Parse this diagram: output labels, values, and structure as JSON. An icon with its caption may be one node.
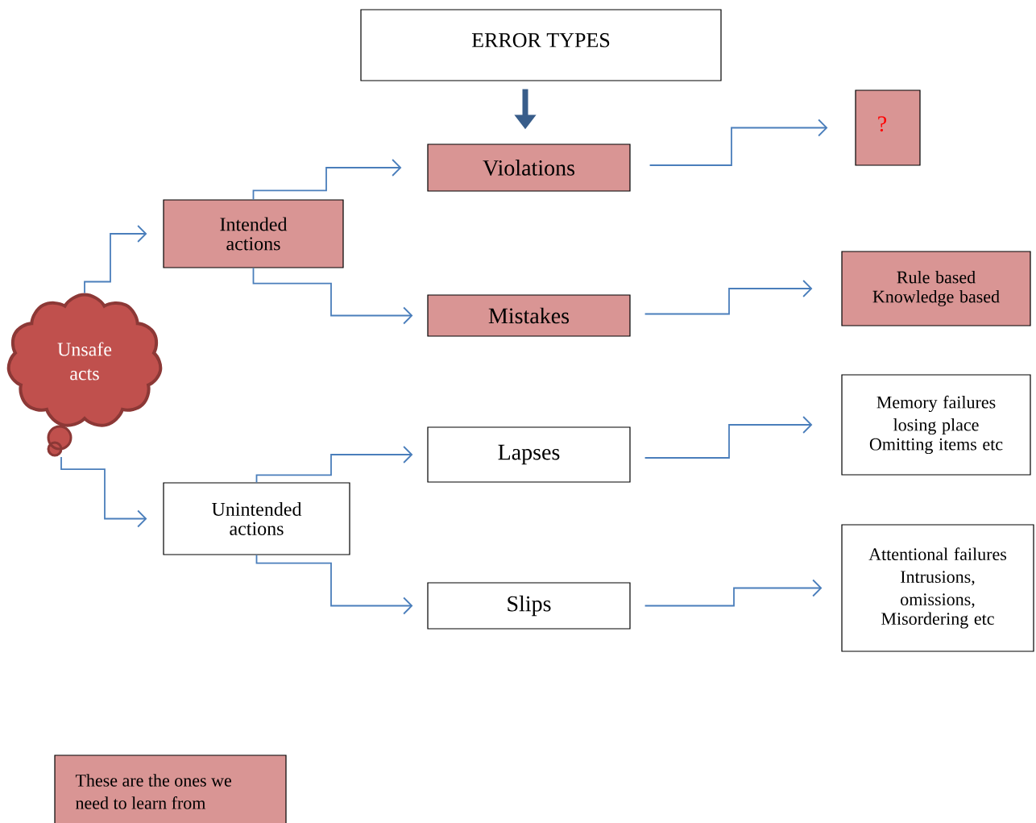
{
  "diagram": {
    "nodes": [
      {
        "text": [
          "ERROR TYPES"
        ]
      },
      {
        "text": [
          "?"
        ]
      },
      {
        "text": [
          "Violations"
        ]
      },
      {
        "text": [
          "Intended actions"
        ]
      },
      {
        "text": [
          "Rule based",
          "Knowledge based"
        ]
      },
      {
        "text": [
          "Mistakes"
        ]
      },
      {
        "text": [
          "Unsafe acts"
        ]
      },
      {
        "text": [
          "Memory failures",
          "losing place",
          "Omitting items etc"
        ]
      },
      {
        "text": [
          "Lapses"
        ]
      },
      {
        "text": [
          "Unintended actions"
        ]
      },
      {
        "text": [
          "Attentional failures",
          "Intrusions, omissions,",
          "Misordering etc"
        ]
      },
      {
        "text": [
          "Slips"
        ]
      },
      {
        "text": [
          "These are the ones we need to learn from"
        ]
      }
    ],
    "edges": [
      {
        "from": 0,
        "to": 2,
        "arrow": "to",
        "style": "thick",
        "color": "#385d8a"
      },
      {
        "from": 6,
        "to": 3,
        "arrow": "to"
      },
      {
        "from": 3,
        "to": 2,
        "arrow": "to"
      },
      {
        "from": 3,
        "to": 5,
        "arrow": "to"
      },
      {
        "from": 2,
        "to": 1,
        "arrow": "to"
      },
      {
        "from": 5,
        "to": 4,
        "arrow": "to"
      },
      {
        "from": 6,
        "to": 9,
        "arrow": "to"
      },
      {
        "from": 9,
        "to": 8,
        "arrow": "to"
      },
      {
        "from": 9,
        "to": 11,
        "arrow": "to"
      },
      {
        "from": 8,
        "to": 7,
        "arrow": "to"
      },
      {
        "from": 11,
        "to": 10,
        "arrow": "to"
      }
    ]
  }
}
